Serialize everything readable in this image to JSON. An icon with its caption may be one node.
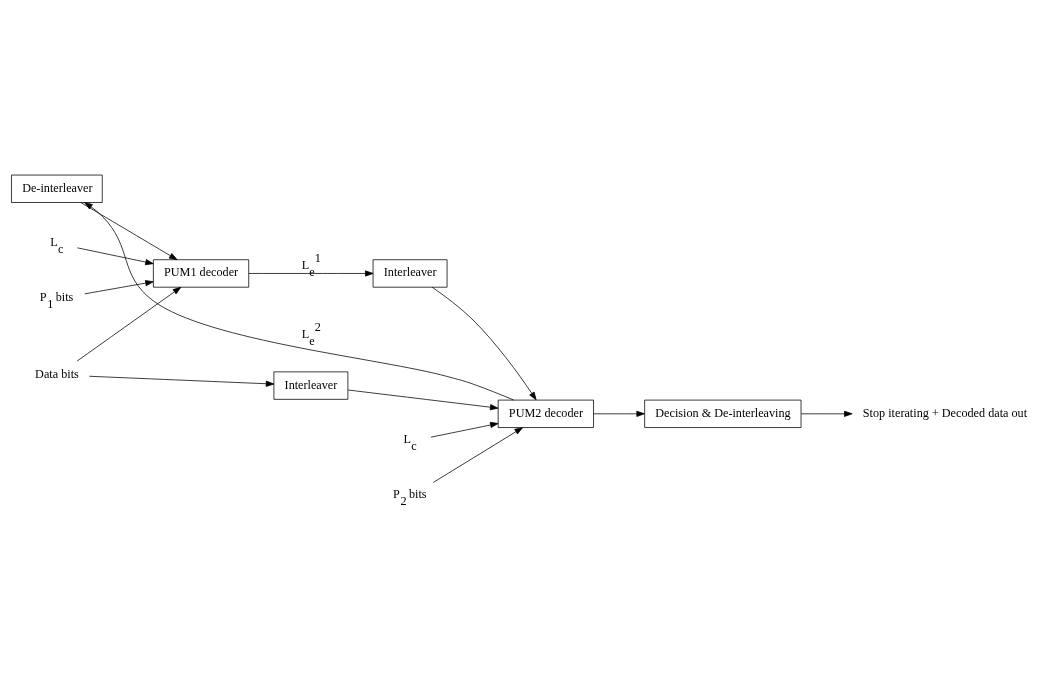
{
  "diagram": {
    "nodes": [
      {
        "text": [
          "De-interleaver"
        ]
      },
      {
        "text": [
          "PUM1 decoder"
        ]
      },
      {
        "text": [
          "Interleaver"
        ]
      },
      {
        "text": [
          "PUM2 decoder"
        ]
      },
      {
        "text": [
          "Decision & De-interleaving"
        ]
      },
      {
        "text": [
          "Interleaver"
        ]
      },
      {
        "text": [
          "L$_{c}$"
        ]
      },
      {
        "text": [
          "L$_{c}$"
        ]
      },
      {
        "text": [
          "P$_{1}$ bits"
        ]
      },
      {
        "text": [
          "Data bits"
        ]
      },
      {
        "text": [
          "P$_{2}$ bits"
        ]
      },
      {
        "text": [
          "Stop iterating + Decoded data out"
        ]
      }
    ],
    "edges": [
      {
        "from": 0,
        "to": 1,
        "arrow": "to"
      },
      {
        "from": 6,
        "to": 1,
        "arrow": "to"
      },
      {
        "from": 8,
        "to": 1,
        "arrow": "to"
      },
      {
        "from": 9,
        "to": 1,
        "arrow": "to"
      },
      {
        "from": 1,
        "to": 2,
        "arrow": "to",
        "label": "L$_{e}$$^{1}$"
      },
      {
        "from": 2,
        "to": 3,
        "arrow": "to"
      },
      {
        "from": 10,
        "to": 3,
        "arrow": "to"
      },
      {
        "from": 9,
        "to": 5,
        "arrow": "to"
      },
      {
        "from": 5,
        "to": 3,
        "arrow": "to"
      },
      {
        "from": 7,
        "to": 3,
        "arrow": "to"
      },
      {
        "from": 3,
        "to": 0,
        "arrow": "to",
        "label": "L$_{e}$$^{2}$"
      },
      {
        "from": 3,
        "to": 4,
        "arrow": "to"
      },
      {
        "from": 4,
        "to": 11,
        "arrow": "to"
      }
    ]
  }
}
